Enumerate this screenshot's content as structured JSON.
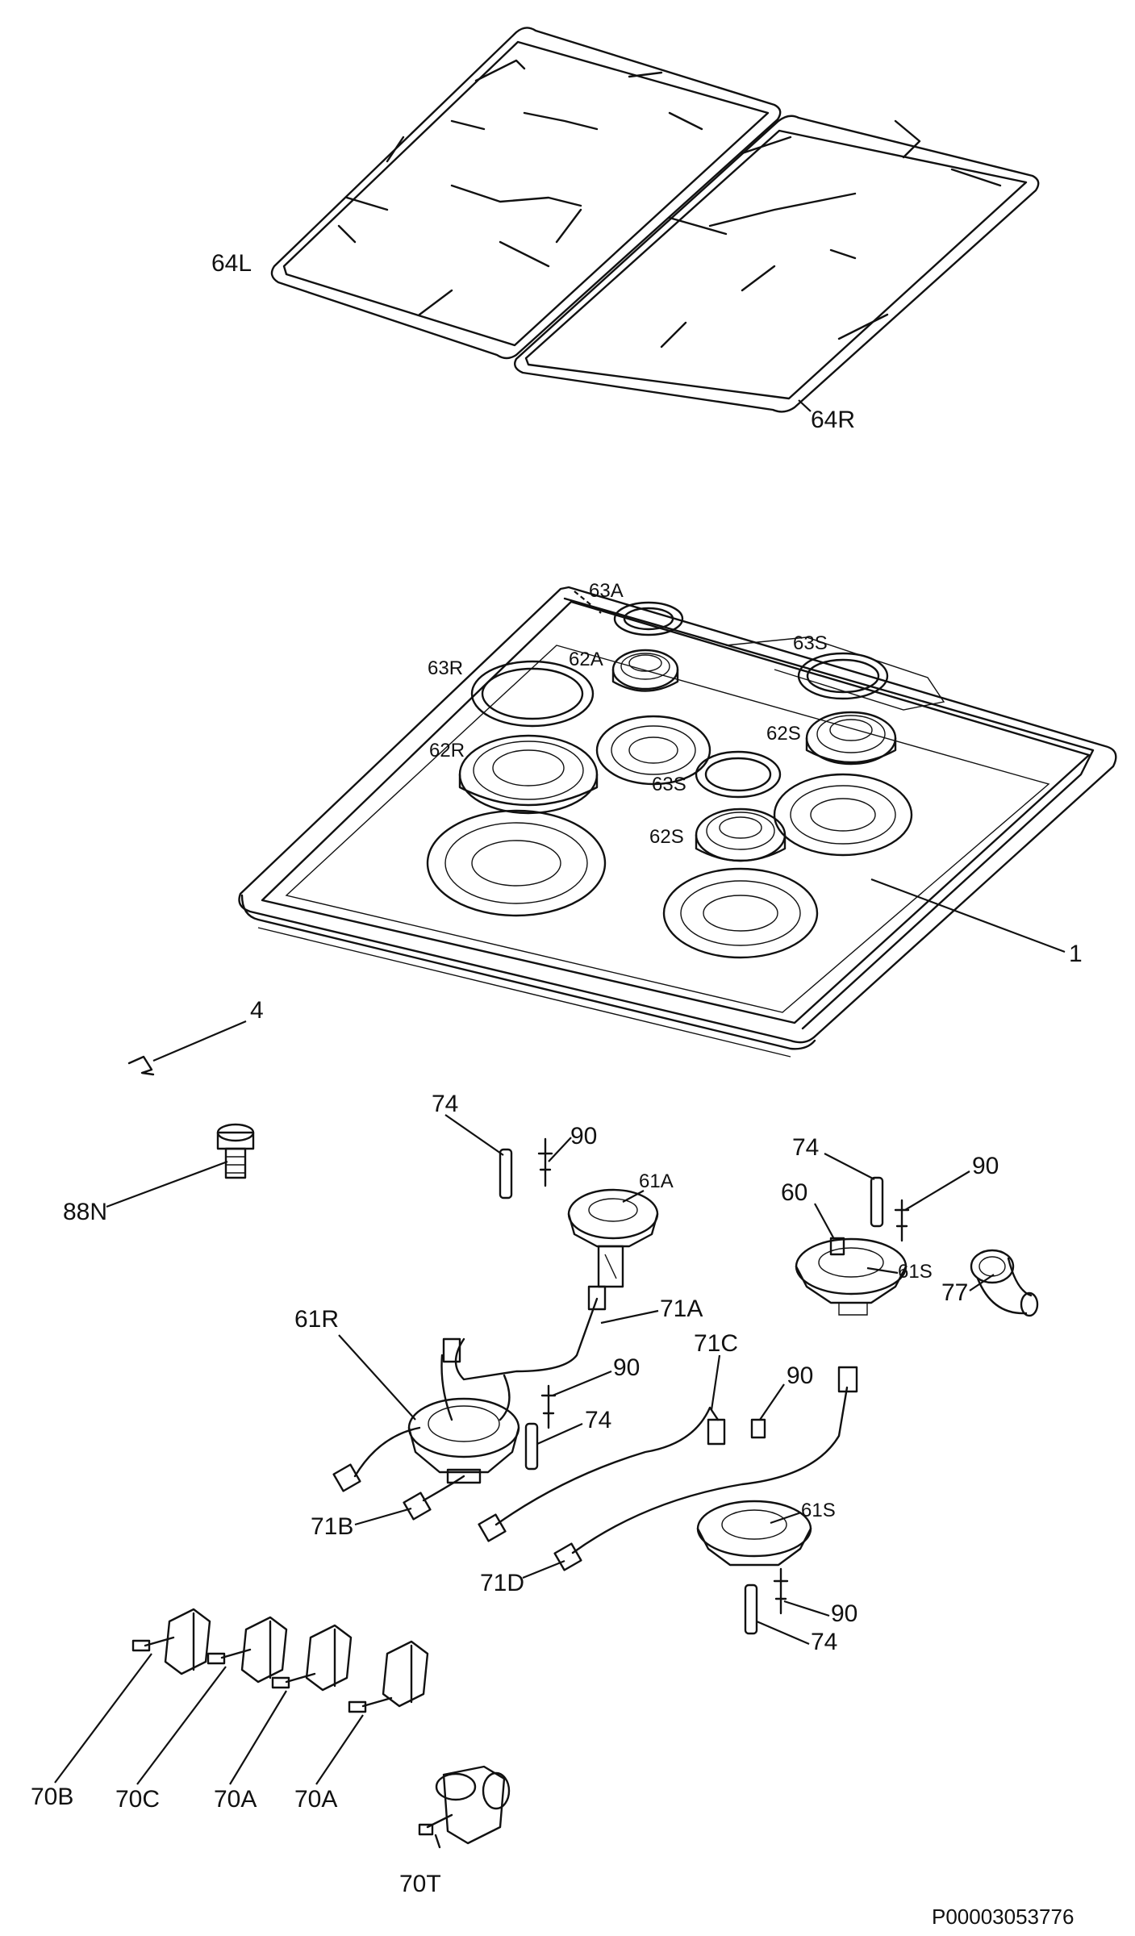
{
  "document_code": "P00003053776",
  "labels": {
    "l64L": "64L",
    "l64R": "64R",
    "l63A": "63A",
    "l62A": "62A",
    "l63S_top": "63S",
    "l63R": "63R",
    "l62S_top": "62S",
    "l62R": "62R",
    "l63S_mid": "63S",
    "l62S_mid": "62S",
    "l1": "1",
    "l4": "4",
    "l74_a": "74",
    "l90_a": "90",
    "l61A": "61A",
    "l74_b": "74",
    "l90_b": "90",
    "l60": "60",
    "l61S_a": "61S",
    "l77": "77",
    "l88N": "88N",
    "l61R": "61R",
    "l71A": "71A",
    "l71C": "71C",
    "l90_c": "90",
    "l90_d": "90",
    "l74_c": "74",
    "l71B": "71B",
    "l71D": "71D",
    "l61S_b": "61S",
    "l90_e": "90",
    "l74_d": "74",
    "l70B": "70B",
    "l70C": "70C",
    "l70A_a": "70A",
    "l70A_b": "70A",
    "l70T": "70T"
  }
}
